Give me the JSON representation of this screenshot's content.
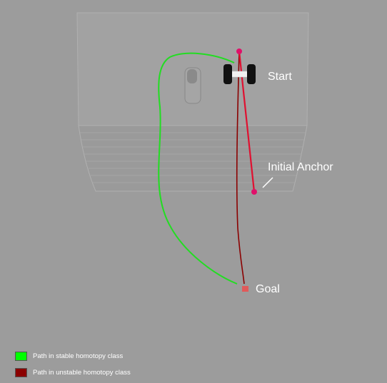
{
  "labels": {
    "start": "Start",
    "initial_anchor": "Initial Anchor",
    "goal": "Goal"
  },
  "legend": [
    {
      "text": "Path in stable homotopy class",
      "color": "#00ff00"
    },
    {
      "text": "Path in unstable homotopy class",
      "color": "#8b0000"
    }
  ],
  "colors": {
    "background": "#9c9c9c",
    "stable_path": "#22dd22",
    "unstable_path": "#8b0000",
    "anchor_line": "#e01030",
    "anchor_point": "#e0106a",
    "goal_marker": "#e05a5a",
    "box": "#9e9e9e"
  }
}
